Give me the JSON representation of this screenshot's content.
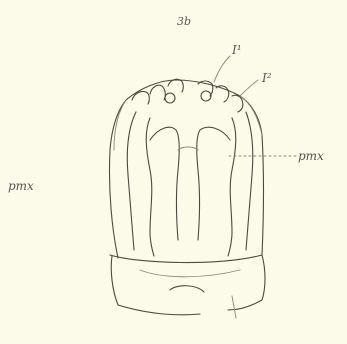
{
  "labels": {
    "top": "3b",
    "i1": "I¹",
    "i2": "I²",
    "pmx_right": "pmx",
    "pmx_left": "pmx"
  }
}
